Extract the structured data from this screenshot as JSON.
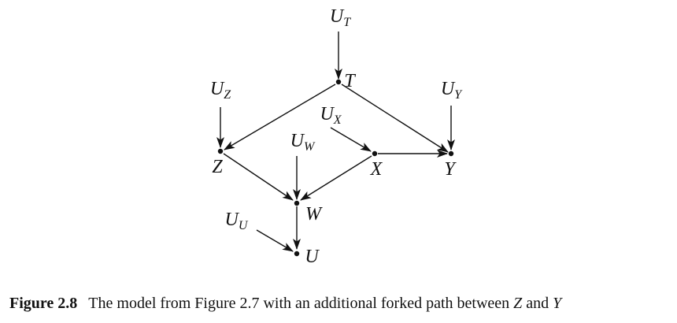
{
  "diagram": {
    "nodes": [
      {
        "id": "UT",
        "base": "U",
        "sub": "T"
      },
      {
        "id": "T",
        "base": "T",
        "sub": ""
      },
      {
        "id": "UZ",
        "base": "U",
        "sub": "Z"
      },
      {
        "id": "UY",
        "base": "U",
        "sub": "Y"
      },
      {
        "id": "UX",
        "base": "U",
        "sub": "X"
      },
      {
        "id": "UW",
        "base": "U",
        "sub": "W"
      },
      {
        "id": "Z",
        "base": "Z",
        "sub": ""
      },
      {
        "id": "X",
        "base": "X",
        "sub": ""
      },
      {
        "id": "Y",
        "base": "Y",
        "sub": ""
      },
      {
        "id": "W",
        "base": "W",
        "sub": ""
      },
      {
        "id": "UU",
        "base": "U",
        "sub": "U"
      },
      {
        "id": "U",
        "base": "U",
        "sub": ""
      }
    ],
    "edges": [
      {
        "from": "UT",
        "to": "T"
      },
      {
        "from": "T",
        "to": "Z"
      },
      {
        "from": "T",
        "to": "Y"
      },
      {
        "from": "UZ",
        "to": "Z"
      },
      {
        "from": "UY",
        "to": "Y"
      },
      {
        "from": "UX",
        "to": "X"
      },
      {
        "from": "X",
        "to": "Y"
      },
      {
        "from": "Z",
        "to": "W"
      },
      {
        "from": "X",
        "to": "W"
      },
      {
        "from": "UW",
        "to": "W"
      },
      {
        "from": "W",
        "to": "U"
      },
      {
        "from": "UU",
        "to": "U"
      }
    ]
  },
  "caption": {
    "figure_number": "Figure 2.8",
    "text_before": "The model from Figure 2.7 with an additional forked path between ",
    "var1": "Z",
    "text_middle": " and ",
    "var2": "Y"
  }
}
